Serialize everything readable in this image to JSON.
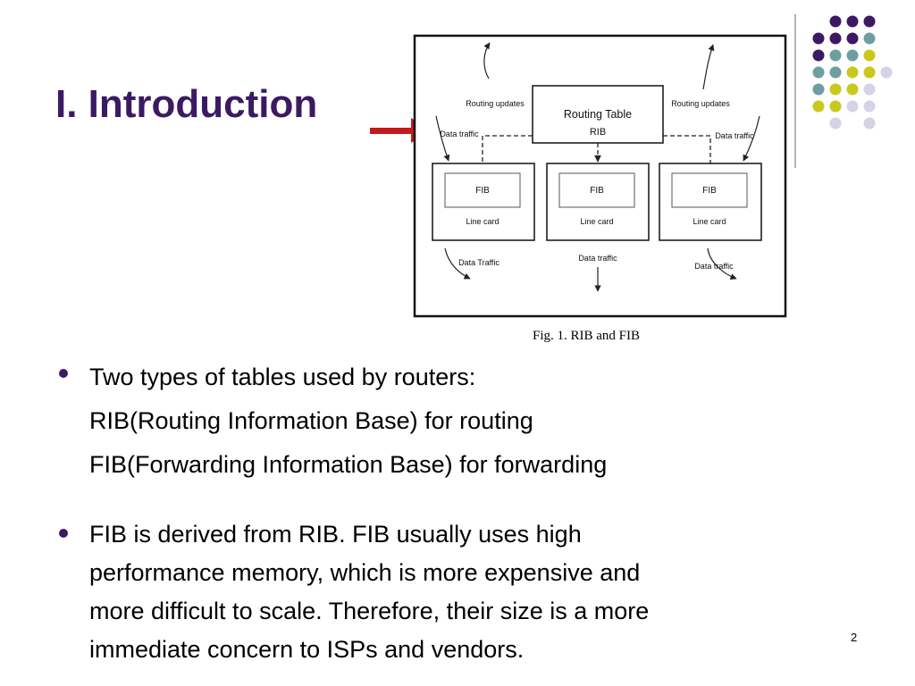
{
  "slide": {
    "title": "I. Introduction",
    "page_number": "2"
  },
  "colors": {
    "title": "#3b1a63",
    "arrow": "#c41a1a",
    "dot_purple": "#3b1a63",
    "dot_teal": "#6f9ea0",
    "dot_yellow": "#c8c81e",
    "dot_lavender": "#d5d3e6"
  },
  "figure": {
    "caption": "Fig. 1.   RIB and FIB",
    "routing_table": {
      "title": "Routing Table",
      "sub": "RIB"
    },
    "labels": {
      "routing_updates_left": "Routing updates",
      "routing_updates_right": "Routing updates",
      "data_traffic_left": "Data traffic",
      "data_traffic_right": "Data traffic",
      "out_left": "Data Traffic",
      "out_mid": "Data traffic",
      "out_right": "Data traffic"
    },
    "line_cards": [
      {
        "fib": "FIB",
        "label": "Line card"
      },
      {
        "fib": "FIB",
        "label": "Line card"
      },
      {
        "fib": "FIB",
        "label": "Line card"
      }
    ]
  },
  "bullets": [
    {
      "lines": [
        "Two types of tables used by routers:",
        "RIB(Routing Information Base) for routing",
        "FIB(Forwarding Information Base) for forwarding"
      ]
    },
    {
      "lines": [
        "FIB is derived from RIB. FIB usually uses high",
        "performance memory, which is more expensive and",
        "more difficult to scale. Therefore, their size is a more",
        "immediate concern to ISPs and vendors."
      ]
    }
  ]
}
